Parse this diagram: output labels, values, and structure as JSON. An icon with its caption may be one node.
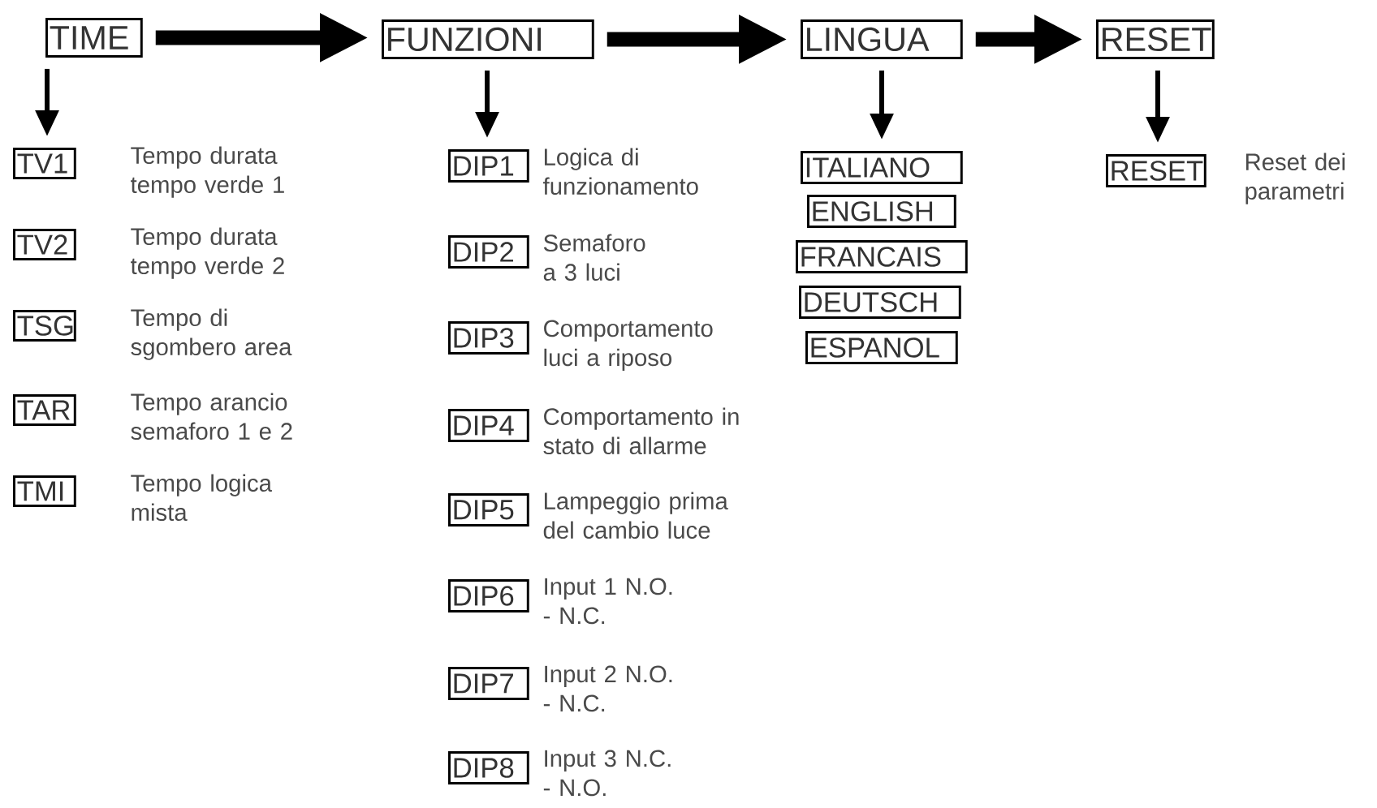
{
  "diagram": {
    "nodes": [
      {
        "text": [
          "TIME"
        ]
      },
      {
        "text": [
          "FUNZIONI"
        ]
      },
      {
        "text": [
          "LINGUA"
        ]
      },
      {
        "text": [
          "RESET"
        ]
      },
      {
        "text": [
          "TV1"
        ],
        "beside": [
          "Tempo durata tempo verde 1"
        ]
      },
      {
        "text": [
          "TV2"
        ],
        "beside": [
          "Tempo durata tempo verde 2"
        ]
      },
      {
        "text": [
          "TSG"
        ],
        "beside": [
          "Tempo di sgombero area"
        ]
      },
      {
        "text": [
          "TAR"
        ],
        "beside": [
          "Tempo arancio semaforo 1 e 2"
        ]
      },
      {
        "text": [
          "TMI"
        ],
        "beside": [
          "Tempo logica mista"
        ]
      },
      {
        "text": [
          "DIP1"
        ],
        "beside": [
          "Logica di funzionamento"
        ]
      },
      {
        "text": [
          "DIP2"
        ],
        "beside": [
          "Semaforo a 3 luci"
        ]
      },
      {
        "text": [
          "DIP3"
        ],
        "beside": [
          "Comportamento luci a riposo"
        ]
      },
      {
        "text": [
          "DIP4"
        ],
        "beside": [
          "Comportamento in stato di allarme"
        ]
      },
      {
        "text": [
          "DIP5"
        ],
        "beside": [
          "Lampeggio prima del cambio luce"
        ]
      },
      {
        "text": [
          "DIP6"
        ],
        "beside": [
          "Input 1 N.O. - N.C."
        ]
      },
      {
        "text": [
          "DIP7"
        ],
        "beside": [
          "Input 2 N.O. - N.C."
        ]
      },
      {
        "text": [
          "DIP8"
        ],
        "beside": [
          "Input 3 N.C. - N.O."
        ]
      },
      {
        "text": [
          "ITALIANO"
        ]
      },
      {
        "text": [
          "ENGLISH"
        ]
      },
      {
        "text": [
          "FRANCAIS"
        ]
      },
      {
        "text": [
          "DEUTSCH"
        ]
      },
      {
        "text": [
          "ESPANOL"
        ]
      },
      {
        "text": [
          "RESET"
        ],
        "beside": [
          "Reset dei parametri"
        ]
      }
    ],
    "edges": [
      {
        "from": 0,
        "to": 1,
        "arrow": "to",
        "style": "thick"
      },
      {
        "from": 1,
        "to": 2,
        "arrow": "to",
        "style": "thick"
      },
      {
        "from": 2,
        "to": 3,
        "arrow": "to",
        "style": "thick"
      },
      {
        "from": 0,
        "to": 4,
        "arrow": "to"
      },
      {
        "from": 1,
        "to": 9,
        "arrow": "to"
      },
      {
        "from": 2,
        "to": 17,
        "arrow": "to"
      },
      {
        "from": 3,
        "to": 22,
        "arrow": "to"
      }
    ]
  }
}
